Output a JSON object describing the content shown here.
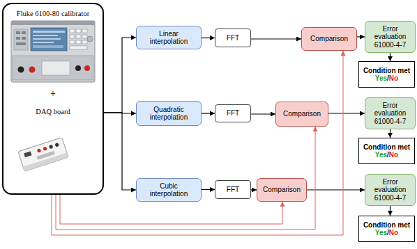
{
  "diagram": {
    "nodes": [
      {
        "text": [
          "Fluke 6100-80 calibrator",
          "+",
          "DAQ board"
        ]
      },
      {
        "text": [
          "Linear interpolation"
        ]
      },
      {
        "text": [
          "FFT"
        ]
      },
      {
        "text": [
          "Comparison"
        ]
      },
      {
        "text": [
          "Error evaluation 61000-4-7"
        ]
      },
      {
        "text": [
          "Condition met",
          "Yes",
          "/",
          "No"
        ]
      },
      {
        "text": [
          "Quadratic interpolation"
        ]
      },
      {
        "text": [
          "FFT"
        ]
      },
      {
        "text": [
          "Comparison"
        ]
      },
      {
        "text": [
          "Error evaluation 61000-4-7"
        ]
      },
      {
        "text": [
          "Condition met",
          "Yes",
          "/",
          "No"
        ]
      },
      {
        "text": [
          "Cubic interpolation"
        ]
      },
      {
        "text": [
          "FFT"
        ]
      },
      {
        "text": [
          "Comparison"
        ]
      },
      {
        "text": [
          "Error evaluation 61000-4-7"
        ]
      },
      {
        "text": [
          "Condition met",
          "Yes",
          "/",
          "No"
        ]
      }
    ],
    "edges": [
      {
        "from": 0,
        "to": 1,
        "arrow": "to"
      },
      {
        "from": 0,
        "to": 6,
        "arrow": "to"
      },
      {
        "from": 0,
        "to": 11,
        "arrow": "to"
      },
      {
        "from": 1,
        "to": 2,
        "arrow": "to"
      },
      {
        "from": 2,
        "to": 3,
        "arrow": "to"
      },
      {
        "from": 3,
        "to": 4,
        "arrow": "to"
      },
      {
        "from": 4,
        "to": 5,
        "arrow": "to"
      },
      {
        "from": 6,
        "to": 7,
        "arrow": "to"
      },
      {
        "from": 7,
        "to": 8,
        "arrow": "to"
      },
      {
        "from": 8,
        "to": 9,
        "arrow": "to"
      },
      {
        "from": 9,
        "to": 10,
        "arrow": "to"
      },
      {
        "from": 11,
        "to": 12,
        "arrow": "to"
      },
      {
        "from": 12,
        "to": 13,
        "arrow": "to"
      },
      {
        "from": 13,
        "to": 14,
        "arrow": "to"
      },
      {
        "from": 14,
        "to": 15,
        "arrow": "to"
      },
      {
        "from": 0,
        "to": 13,
        "arrow": "to"
      },
      {
        "from": 0,
        "to": 8,
        "arrow": "to"
      },
      {
        "from": 0,
        "to": 3,
        "arrow": "to"
      }
    ]
  }
}
